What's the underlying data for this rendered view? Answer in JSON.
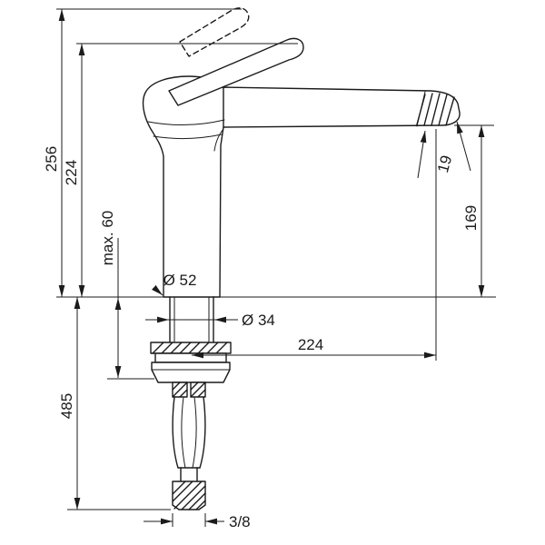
{
  "page": {
    "background": "#ffffff",
    "ink_color": "#1b1b1b"
  },
  "drawing": {
    "labels": {
      "overall_height": "256",
      "height_to_handle": "224",
      "max_mounting_thickness": "max. 60",
      "below_deck_length": "485",
      "base_diameter": "Ø 52",
      "shank_diameter": "Ø 34",
      "spout_reach": "224",
      "outlet_height": "169",
      "outlet_detail": "19",
      "connection_size": "3/8"
    }
  }
}
